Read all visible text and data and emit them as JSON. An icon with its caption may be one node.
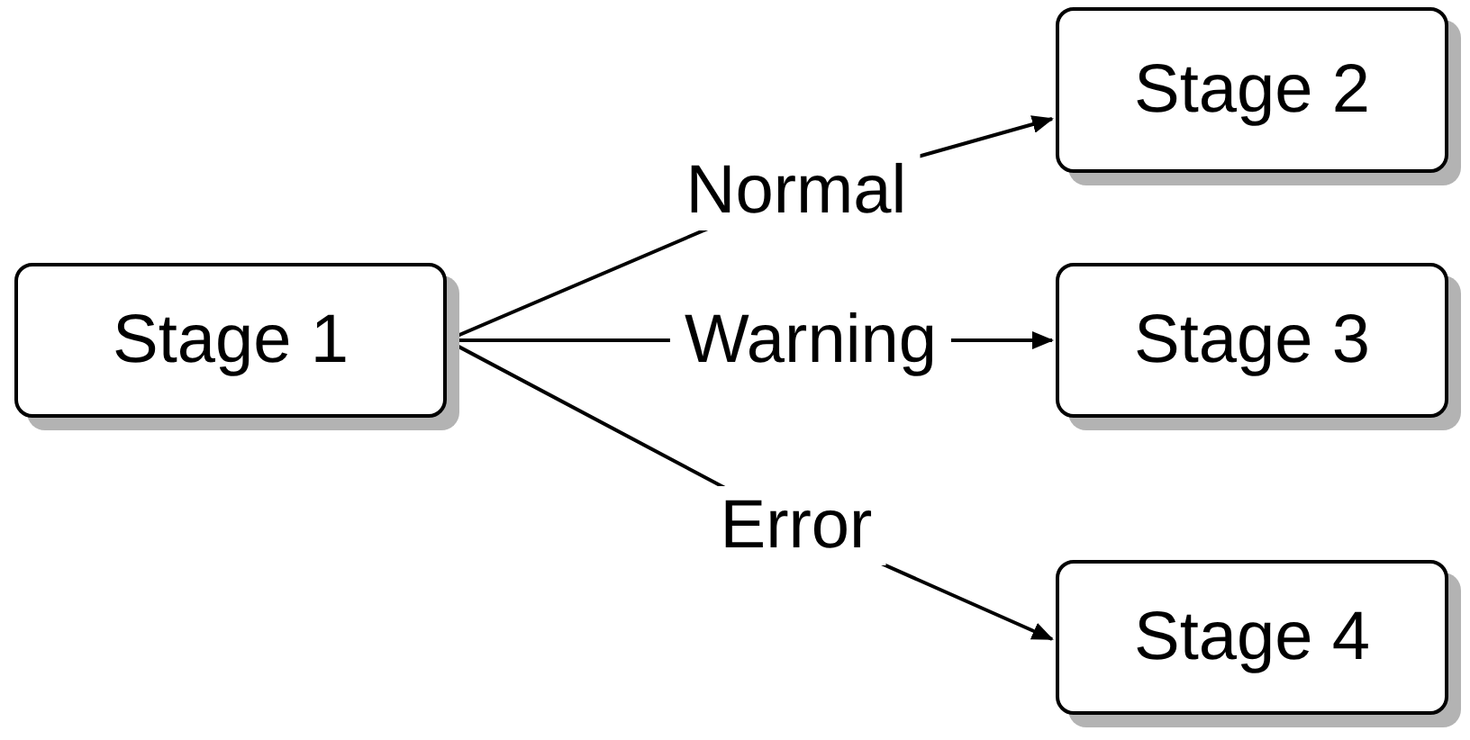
{
  "diagram": {
    "nodes": [
      {
        "text": [
          "Stage 1"
        ]
      },
      {
        "text": [
          "Stage 2"
        ]
      },
      {
        "text": [
          "Stage 3"
        ]
      },
      {
        "text": [
          "Stage 4"
        ]
      }
    ],
    "edges": [
      {
        "from": 0,
        "to": 1,
        "arrow": "to",
        "label": "Normal"
      },
      {
        "from": 0,
        "to": 2,
        "arrow": "to",
        "label": "Warning"
      },
      {
        "from": 0,
        "to": 3,
        "arrow": "to",
        "label": "Error"
      }
    ]
  }
}
